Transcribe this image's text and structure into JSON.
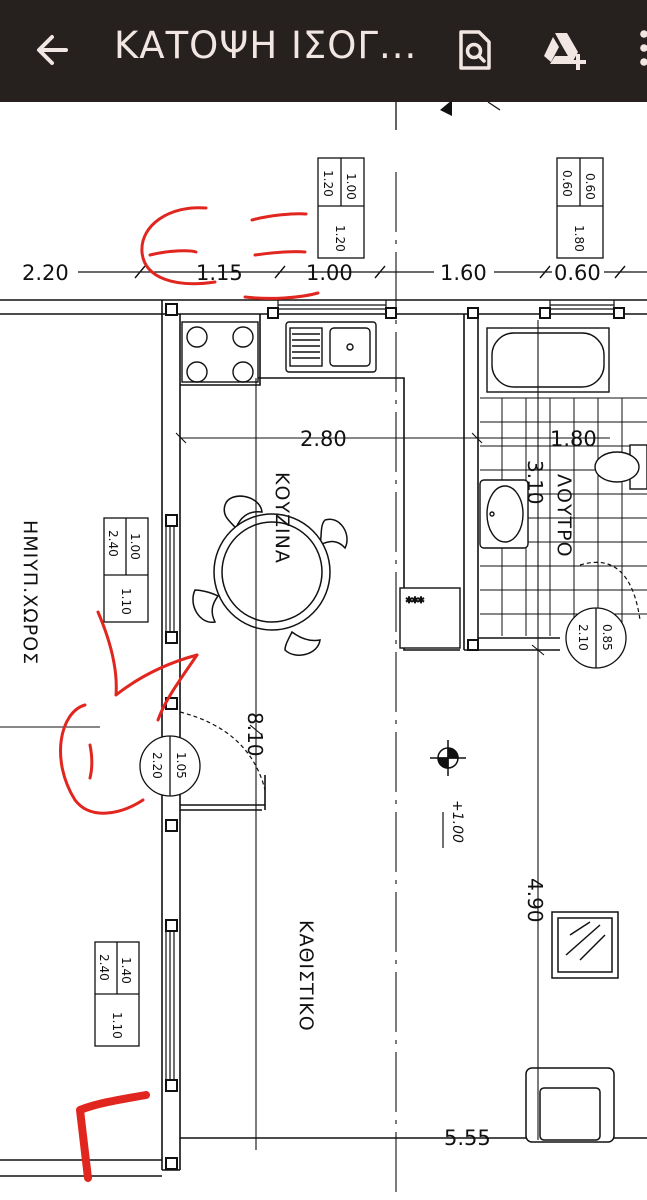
{
  "appbar": {
    "title": "ΚΑΤΟΨΗ ΙΣΟΓ...",
    "back_icon": "arrow-left-icon",
    "search_icon": "document-search-icon",
    "drive_icon": "google-drive-add-icon",
    "more_icon": "more-vertical-icon"
  },
  "plan": {
    "dims": {
      "d220": "2.20",
      "d115": "1.15",
      "d100": "1.00",
      "d160": "1.60",
      "d060": "0.60",
      "d280": "2.80",
      "d180": "1.80",
      "d310": "3.10",
      "d810": "8.10",
      "d490": "4.90",
      "d555": "5.55"
    },
    "rooms": {
      "kitchen": "ΚΟΥΖΙΝΑ",
      "bathroom": "ΛΟΥΤΡΟ",
      "living": "ΚΑΘΙΣΤΙΚΟ",
      "semi_outdoor": "ΗΜΙΥΠ.ΧΩΡΟΣ"
    },
    "level": "+1.00",
    "boxes": {
      "w1": {
        "a": "1.00",
        "b": "1.20",
        "c": "1.20"
      },
      "w2": {
        "a": "0.60",
        "b": "0.60",
        "c": "1.80"
      },
      "w3": {
        "a": "1.00",
        "b": "2.40",
        "c": "1.10"
      },
      "w4": {
        "a": "1.40",
        "b": "2.40",
        "c": "1.10"
      }
    },
    "circles": {
      "door1": {
        "a": "1.05",
        "b": "2.20"
      },
      "door2": {
        "a": "0.85",
        "b": "2.10"
      }
    },
    "appliance": "***"
  },
  "colors": {
    "appbar_bg": "#26201e",
    "appbar_fg": "#f1e6e1",
    "ink": "#111111",
    "annotation": "#e0261f"
  }
}
